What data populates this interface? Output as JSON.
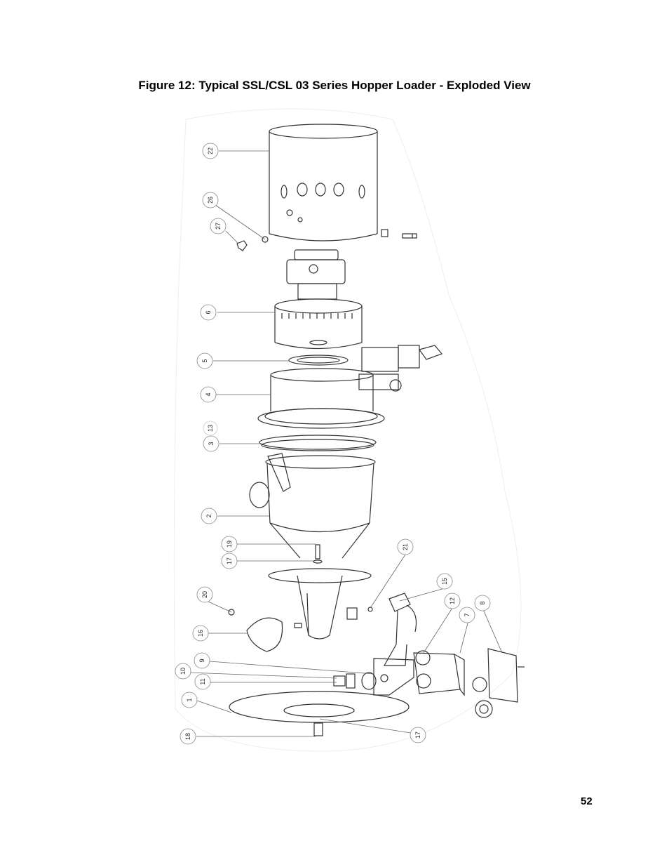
{
  "figure": {
    "caption": "Figure 12:  Typical SSL/CSL 03 Series Hopper Loader - Exploded View"
  },
  "page_number": "52",
  "callouts": [
    "22",
    "26",
    "27",
    "6",
    "5",
    "4",
    "13",
    "3",
    "2",
    "19",
    "17",
    "21",
    "15",
    "20",
    "12",
    "8",
    "7",
    "16",
    "9",
    "10",
    "11",
    "1",
    "18",
    "17"
  ]
}
